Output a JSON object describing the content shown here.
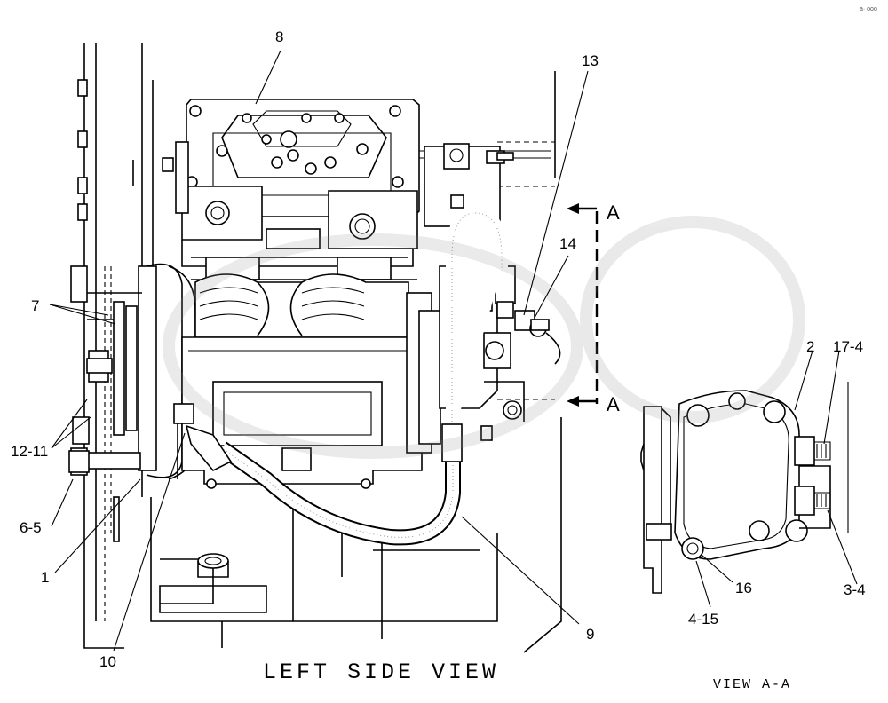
{
  "diagram": {
    "title": "LEFT SIDE VIEW",
    "subtitle": "VIEW A-A",
    "section_marker_top": "A",
    "section_marker_bottom": "A",
    "corner_note": "a· ooo",
    "callouts": {
      "c1": "1",
      "c2": "2",
      "c3_4": "3-4",
      "c4_15": "4-15",
      "c6_5": "6-5",
      "c7": "7",
      "c8": "8",
      "c9": "9",
      "c10": "10",
      "c12_11": "12-11",
      "c13": "13",
      "c14": "14",
      "c16": "16",
      "c17_4": "17-4"
    }
  }
}
